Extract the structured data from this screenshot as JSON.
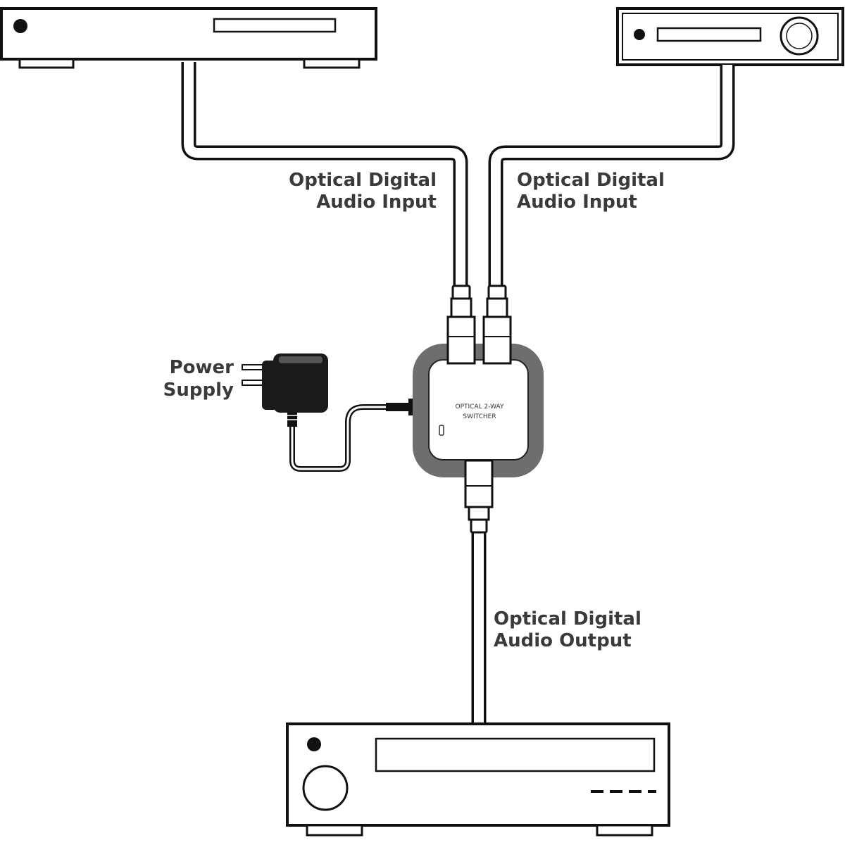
{
  "labels": {
    "input_left": [
      "Optical Digital",
      "Audio Input"
    ],
    "input_right": [
      "Optical Digital",
      "Audio Input"
    ],
    "output": [
      "Optical Digital",
      "Audio Output"
    ],
    "power": [
      "Power",
      "Supply"
    ]
  },
  "switcher": {
    "line1": "OPTICAL 2-WAY",
    "line2": "SWITCHER"
  },
  "colors": {
    "line": "#111111",
    "switcher_bezel": "#6e6e6e",
    "adapter_body": "#1a1a1a",
    "label_text": "#3a3a3a"
  }
}
